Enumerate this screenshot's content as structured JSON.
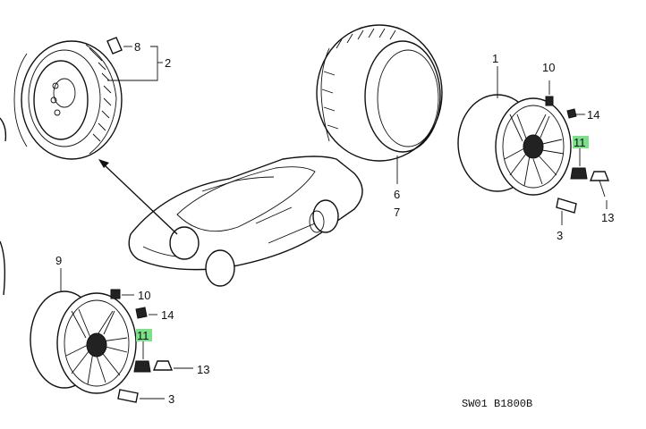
{
  "diagram_code": "SW01 B1800B",
  "highlight_color": "#7be08a",
  "labels": {
    "l1": "1",
    "l2": "2",
    "l3a": "3",
    "l3b": "3",
    "l6": "6",
    "l7": "7",
    "l8": "8",
    "l9": "9",
    "l10a": "10",
    "l10b": "10",
    "l11a": "11",
    "l11b": "11",
    "l13a": "13",
    "l13b": "13",
    "l14a": "14",
    "l14b": "14"
  }
}
